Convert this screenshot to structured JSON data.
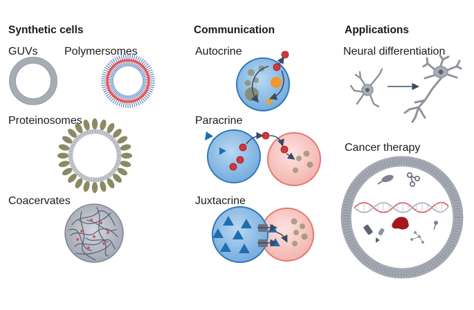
{
  "columns": {
    "synthetic": {
      "heading": "Synthetic cells",
      "items": [
        "GUVs",
        "Polymersomes",
        "Proteinosomes",
        "Coacervates"
      ]
    },
    "communication": {
      "heading": "Communication",
      "items": [
        "Autocrine",
        "Paracrine",
        "Juxtacrine"
      ]
    },
    "applications": {
      "heading": "Applications",
      "items": [
        "Neural differentiation",
        "Cancer therapy"
      ]
    }
  },
  "colors": {
    "membrane": "#a9adb8",
    "cell_blue": "#7fb3e0",
    "cell_red": "#f2b4b0",
    "signal_red": "#d3373d",
    "receptor_blue": "#1f6fb0",
    "olive": "#8b8a63",
    "neuron": "#9ea3ad"
  }
}
